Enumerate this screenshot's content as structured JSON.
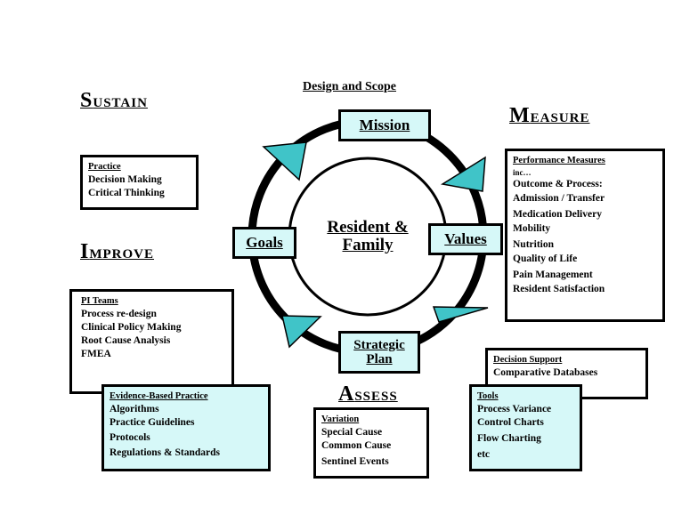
{
  "headings": {
    "sustain": {
      "cap": "S",
      "rest": "USTAIN"
    },
    "improve": {
      "cap": "I",
      "rest": "MPROVE"
    },
    "measure": {
      "cap": "M",
      "rest": "EASURE"
    },
    "assess": {
      "cap": "A",
      "rest": "SSESS"
    }
  },
  "design_scope": "Design and Scope",
  "nodes": {
    "mission": "Mission",
    "goals": "Goals",
    "values": "Values",
    "strategic_plan": [
      "Strategic",
      "Plan"
    ]
  },
  "center": [
    "Resident &",
    "Family"
  ],
  "boxes": {
    "practice": {
      "title": "Practice",
      "lines": [
        "Decision Making",
        "Critical Thinking"
      ]
    },
    "pi_teams": {
      "title": "PI Teams",
      "lines": [
        "Process re-design",
        "Clinical Policy Making",
        "Root Cause Analysis",
        "FMEA"
      ]
    },
    "evidence": {
      "title": "Evidence-Based Practice",
      "lines": [
        "Algorithms",
        "Practice Guidelines",
        "Protocols",
        "Regulations & Standards"
      ]
    },
    "performance": {
      "title": "Performance Measures",
      "subtitle": "inc…",
      "lines": [
        "Outcome & Process:",
        "Admission / Transfer",
        "Medication Delivery",
        "Mobility",
        "Nutrition",
        "Quality of Life",
        "Pain Management",
        "Resident Satisfaction"
      ]
    },
    "decision_support": {
      "title": "Decision Support",
      "lines": [
        "Comparative Databases"
      ]
    },
    "tools": {
      "title": "Tools",
      "lines": [
        "Process Variance",
        "Control Charts",
        "Flow Charting",
        "etc"
      ]
    },
    "variation": {
      "title": "Variation",
      "lines": [
        "Special Cause",
        "Common Cause",
        "Sentinel Events"
      ]
    }
  },
  "colors": {
    "accent": "#40c4c8",
    "box_fill": "#d6f8f8",
    "stroke": "#000000"
  }
}
